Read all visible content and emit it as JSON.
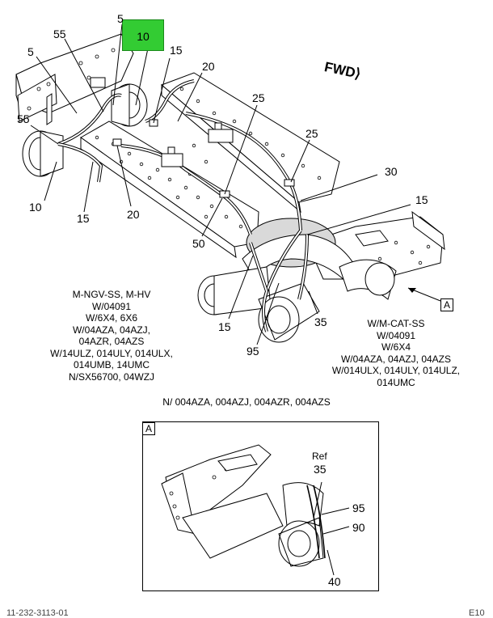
{
  "callouts": {
    "c5_top": "5",
    "c10_top": "10",
    "c55_top": "55",
    "c5_left": "5",
    "c15_top": "15",
    "c20_top": "20",
    "c25_mid": "25",
    "c25_right": "25",
    "c55_left": "55",
    "c30": "30",
    "c10_left": "10",
    "c15_left": "15",
    "c20_bottom": "20",
    "c15_right": "15",
    "c50": "50",
    "c15_bottom": "15",
    "c35": "35",
    "c95": "95"
  },
  "fwd_label": "FWD",
  "view_ref_A": "A",
  "note_left": [
    "M-NGV-SS, M-HV",
    "W/04091",
    "W/6X4, 6X6",
    "W/04AZA, 04AZJ,",
    "04AZR, 04AZS",
    "W/14ULZ, 014ULY, 014ULX,",
    "014UMB, 14UMC",
    "N/SX56700, 04WZJ"
  ],
  "note_right": [
    "W/M-CAT-SS",
    "W/04091",
    "W/6X4",
    "W/04AZA, 04AZJ, 04AZS",
    "W/014ULX, 014ULY, 014ULZ,",
    "014UMC"
  ],
  "note_bottom": "N/ 004AZA, 004AZJ, 004AZR, 004AZS",
  "detail": {
    "tag": "A",
    "ref_word": "Ref",
    "ref_num": "35",
    "c95": "95",
    "c90": "90",
    "c40": "40"
  },
  "footer_left": "11-232-3113-01",
  "footer_right": "E10"
}
